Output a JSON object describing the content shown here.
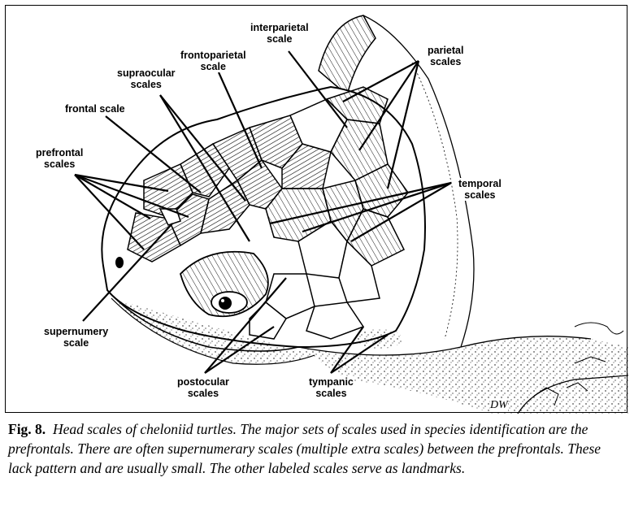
{
  "labels": {
    "interparietal": [
      "interparietal",
      "scale"
    ],
    "parietal": [
      "parietal",
      "scales"
    ],
    "frontoparietal": [
      "frontoparietal",
      "scale"
    ],
    "supraocular": [
      "supraocular",
      "scales"
    ],
    "frontal": [
      "frontal scale"
    ],
    "prefrontal": [
      "prefrontal",
      "scales"
    ],
    "temporal": [
      "temporal",
      "scales"
    ],
    "supernumery": [
      "supernumery",
      "scale"
    ],
    "postocular": [
      "postocular",
      "scales"
    ],
    "tympanic": [
      "tympanic",
      "scales"
    ]
  },
  "signature": "DW",
  "caption": {
    "fig_label": "Fig. 8.",
    "text": "Head scales of cheloniid turtles. The major sets of scales used in species identification are the prefrontals. There are often supernumerary scales (multiple extra scales) between the prefrontals. These lack pattern and are usually small. The other labeled scales serve as landmarks."
  }
}
